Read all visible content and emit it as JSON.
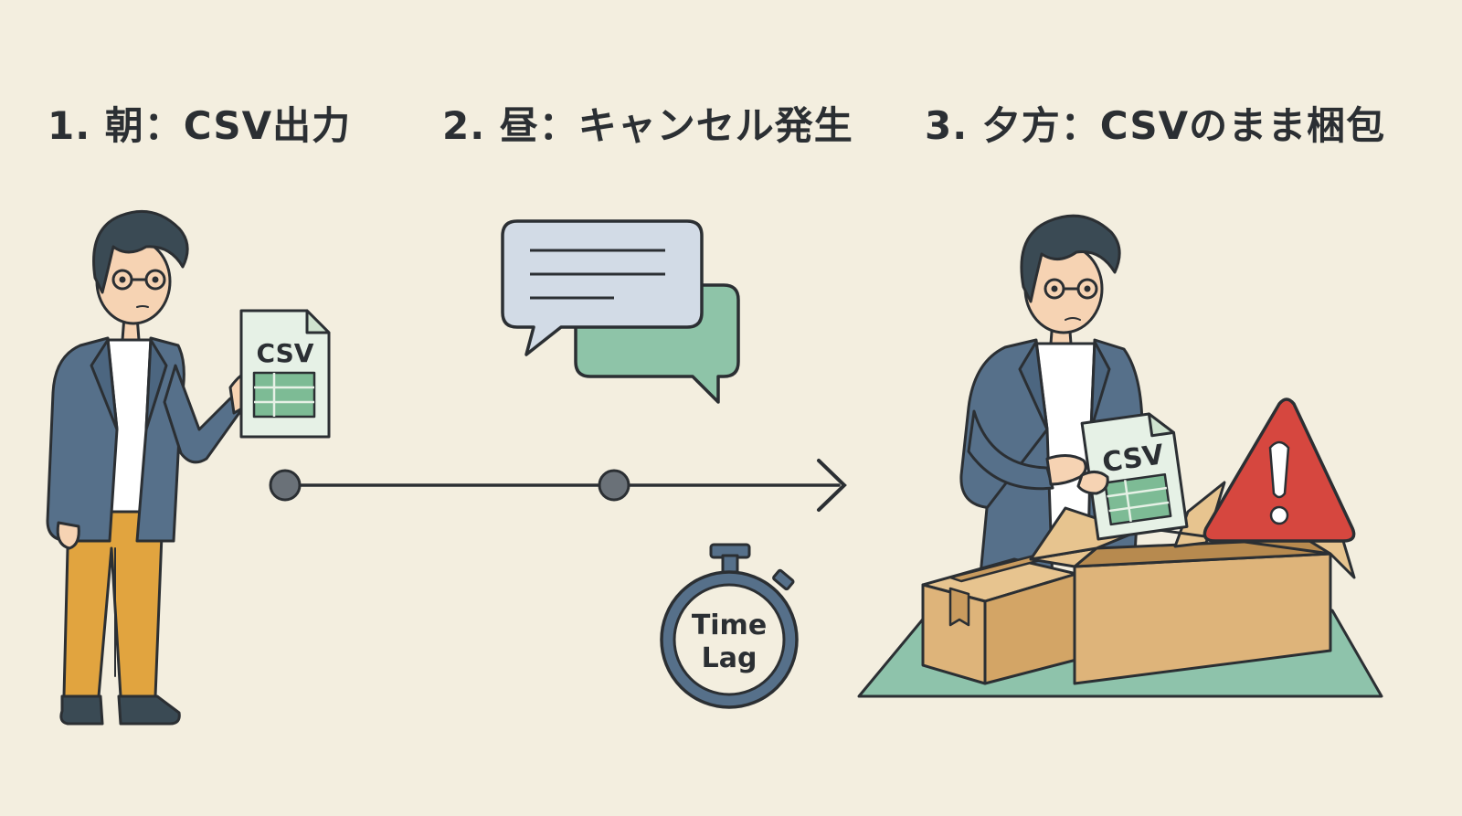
{
  "steps": [
    {
      "label": "1. 朝：CSV出力"
    },
    {
      "label": "2. 昼：キャンセル発生"
    },
    {
      "label": "3. 夕方：CSVのまま梱包"
    }
  ],
  "csv_label": "CSV",
  "timer": {
    "line1": "Time",
    "line2": "Lag"
  },
  "icons": [
    "person-with-csv",
    "speech-bubbles-icon",
    "timeline-arrow",
    "stopwatch-icon",
    "person-packing",
    "warning-icon",
    "cardboard-box-icon"
  ],
  "colors": {
    "background": "#f3eedf",
    "jacket": "#56708a",
    "hair": "#3a4a54",
    "pants": "#e1a43f",
    "csv_green": "#7dbb95",
    "bubble_blue": "#d2dbe6",
    "bubble_green": "#8ec4a8",
    "box": "#deb47a",
    "warning_red": "#d6473f",
    "mat": "#8ec3ab"
  }
}
